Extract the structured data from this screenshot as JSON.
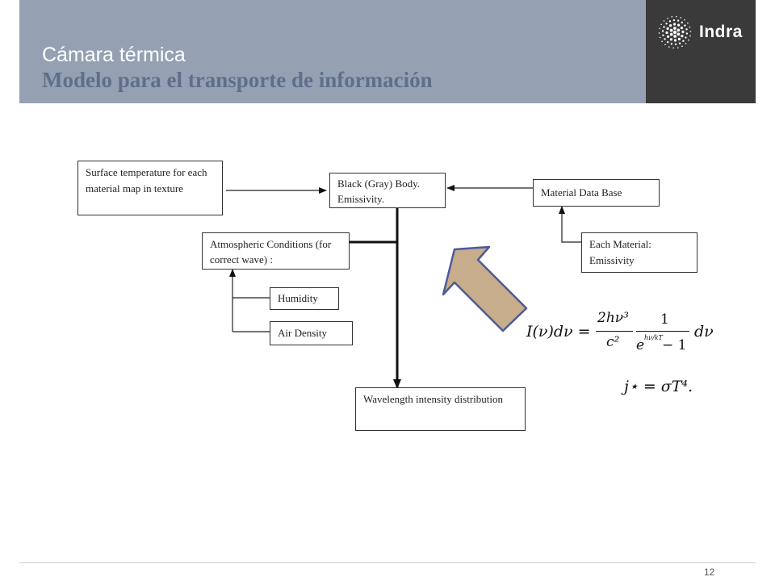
{
  "header": {
    "title": "Cámara térmica",
    "subtitle": "Modelo para el transporte de información",
    "logo_text": "Indra",
    "colors": {
      "band": "#95a1b3",
      "logo_band": "#3a3a3a",
      "subtitle": "#5f6f8a"
    }
  },
  "diagram": {
    "nodes": {
      "surface_temperature": "Surface temperature for each material map in texture",
      "black_body": "Black (Gray) Body. Emissivity.",
      "material_db": "Material Data Base",
      "each_material": "Each Material: Emissivity",
      "atmospheric": "Atmospheric Conditions (for correct wave) :",
      "humidity": "Humidity",
      "air_density": "Air Density",
      "wavelength": "Wavelength intensity distribution"
    },
    "arrow_icon": "up-left-arrow-icon",
    "arrow_color": "#c8ad8c",
    "formulas": {
      "planck_lhs": "I(ν)dν =",
      "planck_num": "2hν³",
      "planck_den": "c²",
      "planck_one": "1",
      "planck_exp_base": "e",
      "planck_exp": "hν/kT",
      "planck_minus": "− 1",
      "planck_dnu": "dν",
      "stefan": "j⋆ = σT⁴."
    }
  },
  "footer": {
    "page_number": "12"
  }
}
